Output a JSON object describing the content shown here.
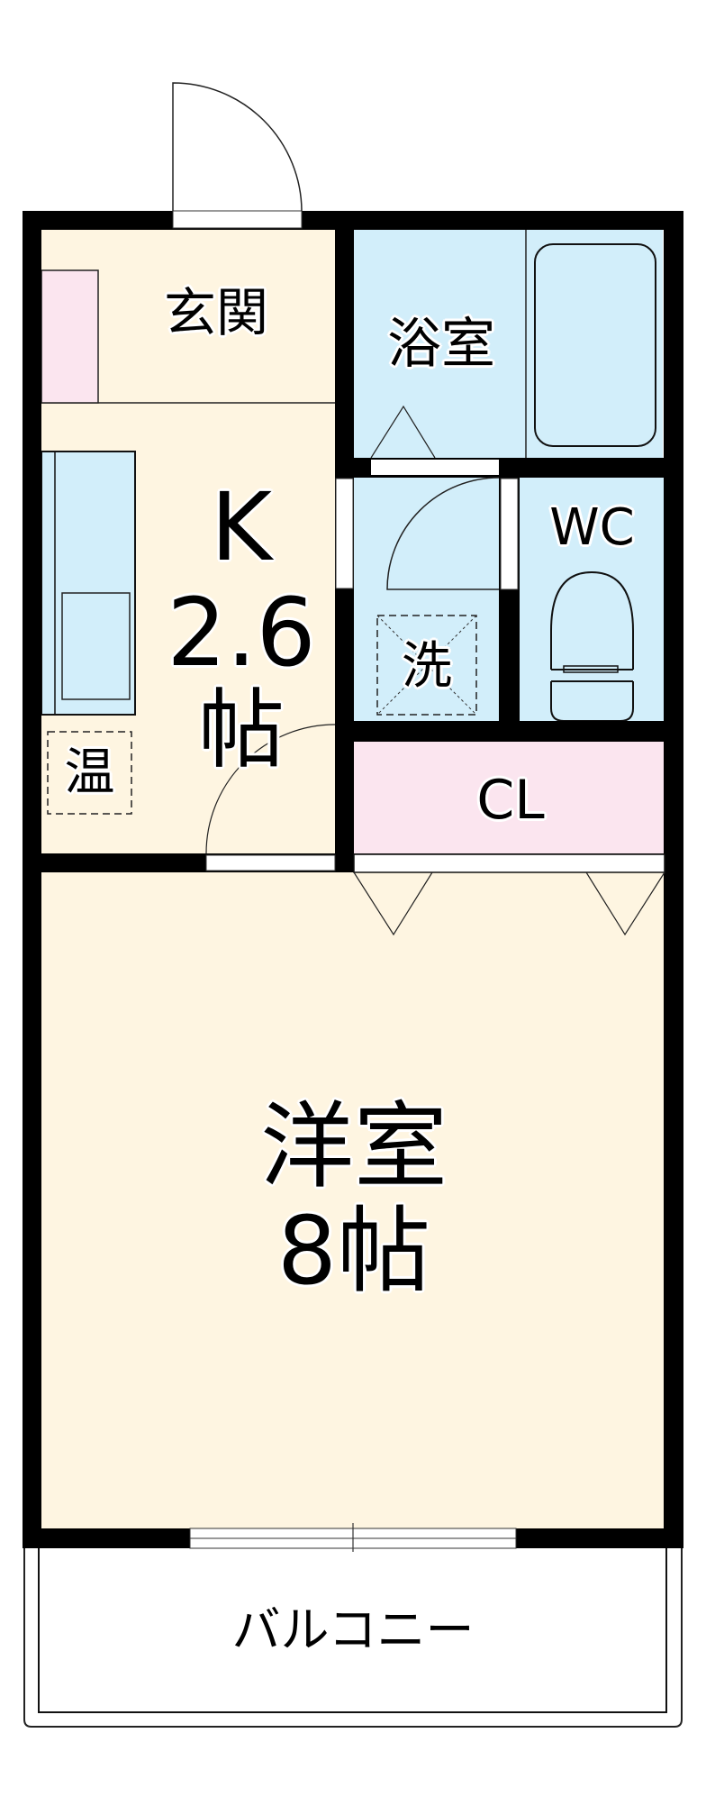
{
  "floorplan": {
    "colors": {
      "wall": "#000000",
      "floor_living": "#FEF5E1",
      "floor_wet": "#D2EEFA",
      "storage": "#FBE5EF",
      "opening": "#FFFFFF"
    },
    "rooms": [
      {
        "id": "genkan",
        "label": "玄関"
      },
      {
        "id": "kitchen",
        "label": "K",
        "size": "2.6",
        "unit": "帖"
      },
      {
        "id": "bathroom",
        "label": "浴室"
      },
      {
        "id": "washroom",
        "label": "洗"
      },
      {
        "id": "toilet",
        "label": "WC"
      },
      {
        "id": "closet",
        "label": "CL"
      },
      {
        "id": "western_room",
        "label": "洋室",
        "size": "8",
        "unit": "帖"
      },
      {
        "id": "balcony",
        "label": "バルコニー"
      }
    ],
    "fixtures": {
      "water_heater": "温",
      "washing_machine": "洗"
    },
    "labels": {
      "genkan": "玄関",
      "kitchen_name": "K",
      "kitchen_size": "2.6",
      "kitchen_unit": "帖",
      "bath": "浴室",
      "wash": "洗",
      "wc": "WC",
      "cl": "CL",
      "heater": "温",
      "western_name": "洋室",
      "western_size": "8帖",
      "balcony": "バルコニー"
    }
  }
}
